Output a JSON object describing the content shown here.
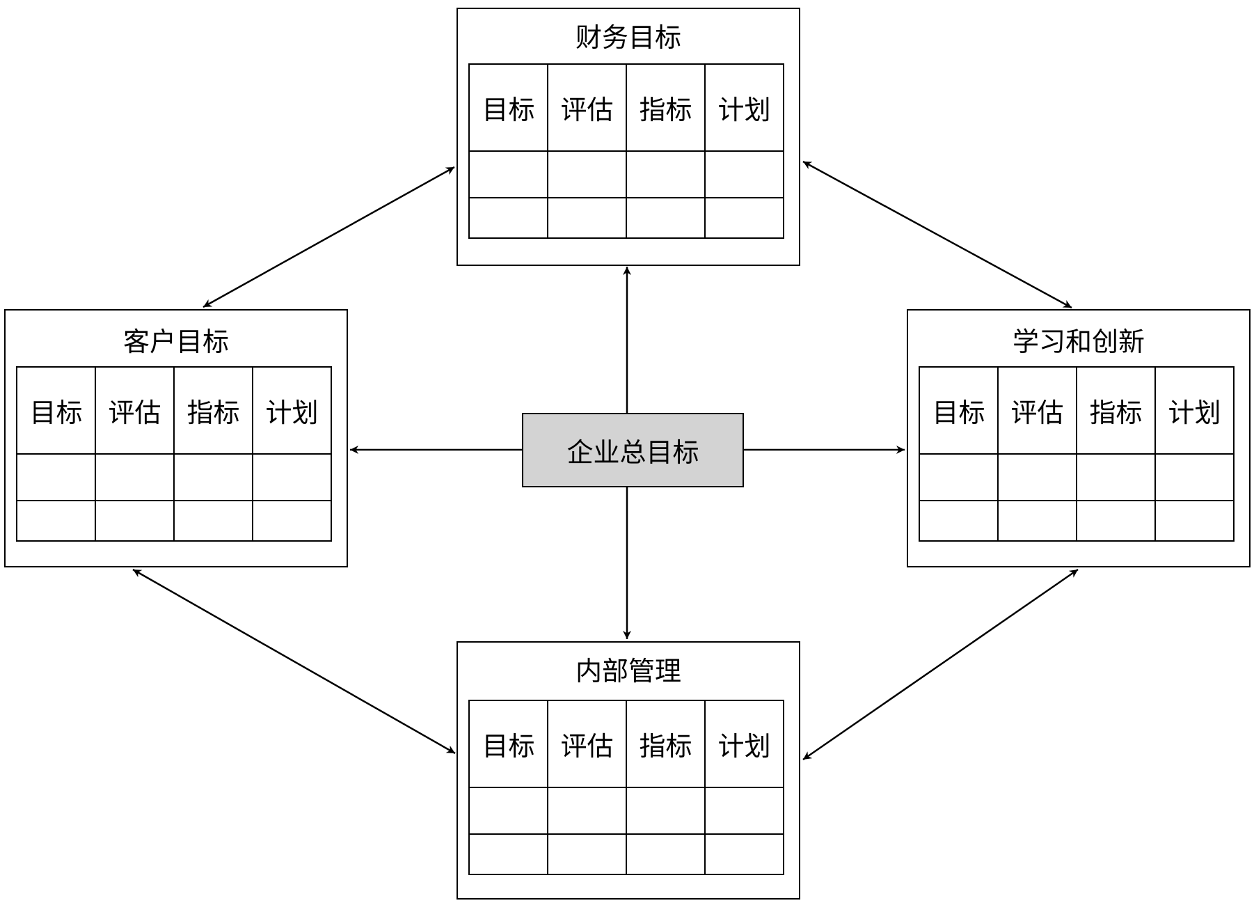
{
  "center": {
    "label": "企业总目标"
  },
  "columns": [
    "目标",
    "评估",
    "指标",
    "计划"
  ],
  "panels": {
    "finance": {
      "title": "财务目标"
    },
    "customer": {
      "title": "客户目标"
    },
    "learning": {
      "title": "学习和创新"
    },
    "internal": {
      "title": "内部管理"
    }
  },
  "colors": {
    "center_fill": "#d3d3d3",
    "line": "#000000"
  }
}
